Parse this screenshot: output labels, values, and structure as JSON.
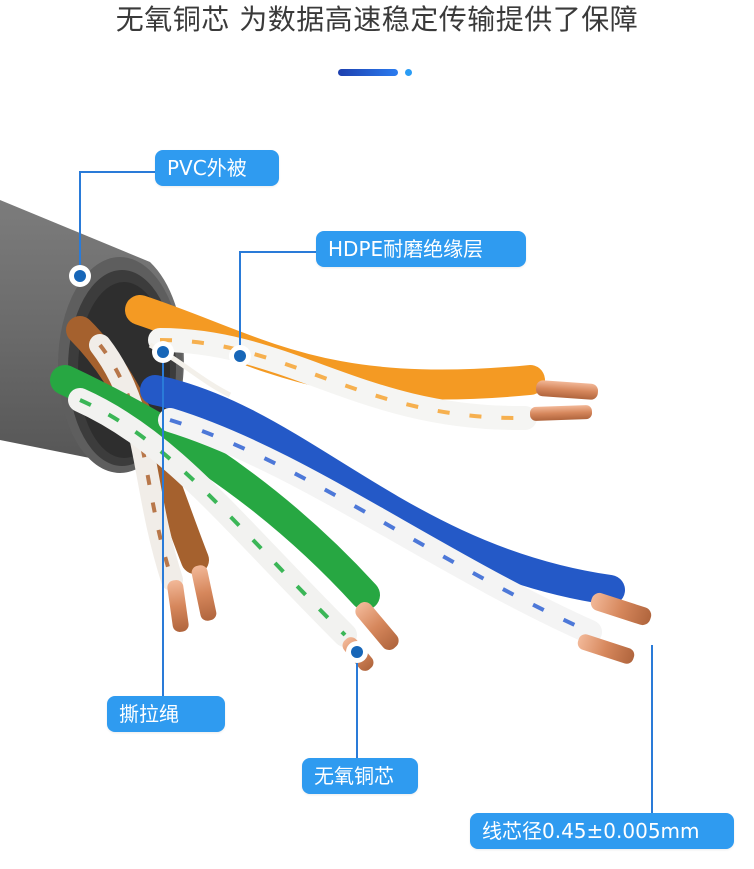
{
  "header": {
    "title": "无氧铜芯 为数据高速稳定传输提供了保障"
  },
  "callouts": {
    "jacket": "PVC外被",
    "insulation": "HDPE耐磨绝缘层",
    "ripcord": "撕拉绳",
    "conductor": "无氧铜芯",
    "spec": "线芯径0.45±0.005mm"
  },
  "colors": {
    "callout_bg": "#2f9bf0",
    "leader_line": "#2a7bd8",
    "marker": "#1766b8",
    "jacket": "#6a6a6a",
    "orange_pair": "#f49a23",
    "blue_pair": "#2459c7",
    "green_pair": "#27a742",
    "brown_pair": "#a5612e",
    "copper": "#d6875c"
  }
}
